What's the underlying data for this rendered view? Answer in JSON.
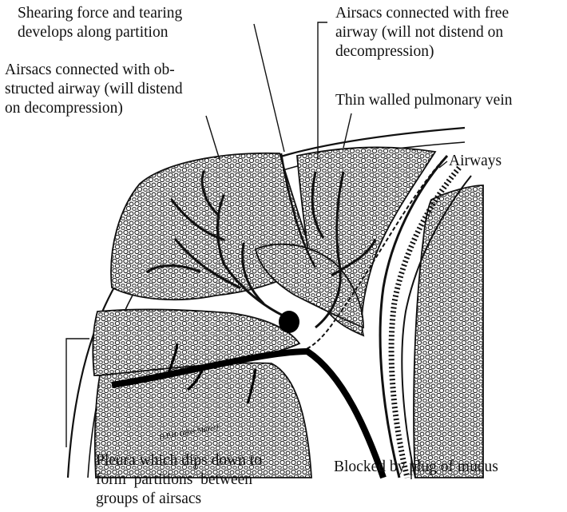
{
  "labels": {
    "shearing": "Shearing force and tearing\ndevelops along partition",
    "free_airway": "Airsacs connected with free\nairway (will not distend on\ndecompression)",
    "obstructed": "Airsacs connected with ob-\nstructed airway (will distend\non decompression)",
    "vein": "Thin walled pulmonary vein",
    "airways": "Airways",
    "pleura": "Pleura which dips down to\nform  partitions  between\ngroups of airsacs",
    "plug": "Blocked by plug of mucus"
  },
  "signature": "D.P.H. (after Mayer)"
}
